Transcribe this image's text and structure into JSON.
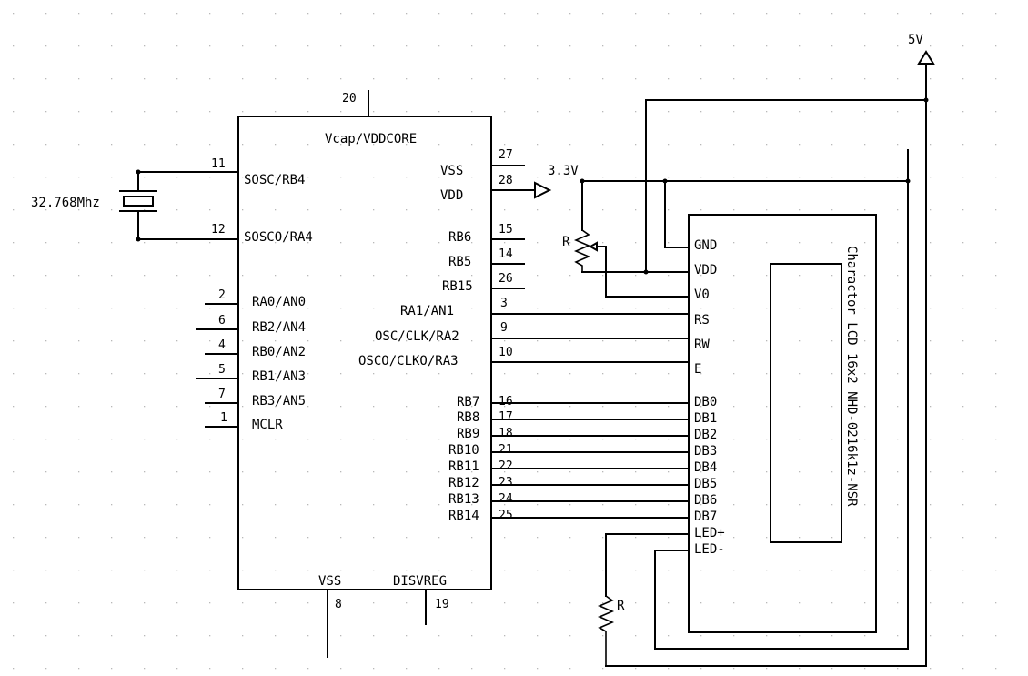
{
  "mcu": {
    "top_label": "Vcap/VDDCORE",
    "top_pin": "20",
    "left_pins": [
      {
        "num": "11",
        "name": "SOSC/RB4"
      },
      {
        "num": "12",
        "name": "SOSCO/RA4"
      },
      {
        "num": "2",
        "name": "RA0/AN0"
      },
      {
        "num": "6",
        "name": "RB2/AN4"
      },
      {
        "num": "4",
        "name": "RB0/AN2"
      },
      {
        "num": "5",
        "name": "RB1/AN3"
      },
      {
        "num": "7",
        "name": "RB3/AN5"
      },
      {
        "num": "1",
        "name": "MCLR"
      }
    ],
    "right_pins": [
      {
        "num": "27",
        "name": "VSS"
      },
      {
        "num": "28",
        "name": "VDD"
      },
      {
        "num": "15",
        "name": "RB6"
      },
      {
        "num": "14",
        "name": "RB5"
      },
      {
        "num": "26",
        "name": "RB15"
      },
      {
        "num": "3",
        "name": "RA1/AN1"
      },
      {
        "num": "9",
        "name": "OSC/CLK/RA2"
      },
      {
        "num": "10",
        "name": "OSCO/CLKO/RA3"
      },
      {
        "num": "16",
        "name": "RB7"
      },
      {
        "num": "17",
        "name": "RB8"
      },
      {
        "num": "18",
        "name": "RB9"
      },
      {
        "num": "21",
        "name": "RB10"
      },
      {
        "num": "22",
        "name": "RB11"
      },
      {
        "num": "23",
        "name": "RB12"
      },
      {
        "num": "24",
        "name": "RB13"
      },
      {
        "num": "25",
        "name": "RB14"
      }
    ],
    "bottom_pins": [
      {
        "num": "8",
        "name": "VSS"
      },
      {
        "num": "19",
        "name": "DISVREG"
      }
    ]
  },
  "crystal": {
    "label": "32.768Mhz"
  },
  "supply": {
    "five_volt": "5V",
    "three_volt": "3.3V"
  },
  "resistors": {
    "pot_label": "R",
    "backlight_label": "R"
  },
  "lcd": {
    "title": "Charactor LCD 16x2 NHD-0216k1z-NSR",
    "pins": [
      "GND",
      "VDD",
      "V0",
      "RS",
      "RW",
      "E",
      "DB0",
      "DB1",
      "DB2",
      "DB3",
      "DB4",
      "DB5",
      "DB6",
      "DB7",
      "LED+",
      "LED-"
    ]
  }
}
